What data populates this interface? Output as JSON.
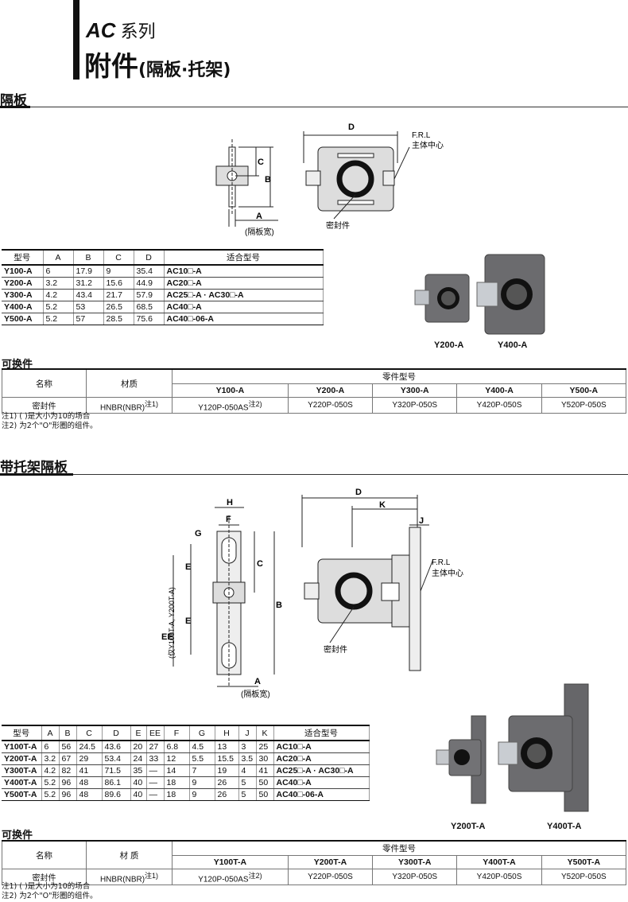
{
  "header": {
    "series": "AC",
    "series_cn": "系列",
    "title": "附件",
    "title_sub": "(隔板·托架)"
  },
  "section1": {
    "title": "隔板",
    "diagram": {
      "labels": {
        "A": "A",
        "B": "B",
        "C": "C",
        "D": "D",
        "plate_width": "(隔板宽)",
        "frl": "F.R.L",
        "center": "主体中心",
        "seal": "密封件"
      }
    },
    "spec": {
      "headers": [
        "型号",
        "A",
        "B",
        "C",
        "D",
        "适合型号"
      ],
      "rows": [
        [
          "Y100-A",
          "6",
          "17.9",
          "9",
          "35.4",
          "AC10□-A"
        ],
        [
          "Y200-A",
          "3.2",
          "31.2",
          "15.6",
          "44.9",
          "AC20□-A"
        ],
        [
          "Y300-A",
          "4.2",
          "43.4",
          "21.7",
          "57.9",
          "AC25□-A · AC30□-A"
        ],
        [
          "Y400-A",
          "5.2",
          "53",
          "26.5",
          "68.5",
          "AC40□-A"
        ],
        [
          "Y500-A",
          "5.2",
          "57",
          "28.5",
          "75.6",
          "AC40□-06-A"
        ]
      ]
    },
    "photos": [
      "Y200-A",
      "Y400-A"
    ],
    "replace": {
      "title": "可换件",
      "h_name": "名称",
      "h_material": "材质",
      "h_part": "零件型号",
      "models": [
        "Y100-A",
        "Y200-A",
        "Y300-A",
        "Y400-A",
        "Y500-A"
      ],
      "row": {
        "name": "密封件",
        "material": "HNBR(NBR)",
        "material_note": "注1)",
        "parts": [
          "Y120P-050AS",
          "Y220P-050S",
          "Y320P-050S",
          "Y420P-050S",
          "Y520P-050S"
        ],
        "first_note": "注2)"
      }
    },
    "notes": [
      "注1) (   )是大小为10的场合",
      "注2) 为2个\"O\"形圈的组件。"
    ]
  },
  "section2": {
    "title": "带托架隔板",
    "diagram": {
      "labels": {
        "A": "A",
        "B": "B",
        "C": "C",
        "D": "D",
        "E": "E",
        "EE": "EE",
        "EE_note": "(仅Y100T-A, Y200T-A)",
        "F": "F",
        "G": "G",
        "H": "H",
        "J": "J",
        "K": "K",
        "plate_width": "(隔板宽)",
        "frl": "F.R.L",
        "center": "主体中心",
        "seal": "密封件"
      }
    },
    "spec": {
      "headers": [
        "型号",
        "A",
        "B",
        "C",
        "D",
        "E",
        "EE",
        "F",
        "G",
        "H",
        "J",
        "K",
        "适合型号"
      ],
      "rows": [
        [
          "Y100T-A",
          "6",
          "56",
          "24.5",
          "43.6",
          "20",
          "27",
          "6.8",
          "4.5",
          "13",
          "3",
          "25",
          "AC10□-A"
        ],
        [
          "Y200T-A",
          "3.2",
          "67",
          "29",
          "53.4",
          "24",
          "33",
          "12",
          "5.5",
          "15.5",
          "3.5",
          "30",
          "AC20□-A"
        ],
        [
          "Y300T-A",
          "4.2",
          "82",
          "41",
          "71.5",
          "35",
          "—",
          "14",
          "7",
          "19",
          "4",
          "41",
          "AC25□-A · AC30□-A"
        ],
        [
          "Y400T-A",
          "5.2",
          "96",
          "48",
          "86.1",
          "40",
          "—",
          "18",
          "9",
          "26",
          "5",
          "50",
          "AC40□-A"
        ],
        [
          "Y500T-A",
          "5.2",
          "96",
          "48",
          "89.6",
          "40",
          "—",
          "18",
          "9",
          "26",
          "5",
          "50",
          "AC40□-06-A"
        ]
      ]
    },
    "photos": [
      "Y200T-A",
      "Y400T-A"
    ],
    "replace": {
      "title": "可换件",
      "h_name": "名称",
      "h_material": "材  质",
      "h_part": "零件型号",
      "models": [
        "Y100T-A",
        "Y200T-A",
        "Y300T-A",
        "Y400T-A",
        "Y500T-A"
      ],
      "row": {
        "name": "密封件",
        "material": "HNBR(NBR)",
        "material_note": "注1)",
        "parts": [
          "Y120P-050AS",
          "Y220P-050S",
          "Y320P-050S",
          "Y420P-050S",
          "Y520P-050S"
        ],
        "first_note": "注2)"
      }
    },
    "notes": [
      "注1) (   )是大小为10的场合",
      "注2) 为2个\"O\"形圈的组件。"
    ]
  }
}
